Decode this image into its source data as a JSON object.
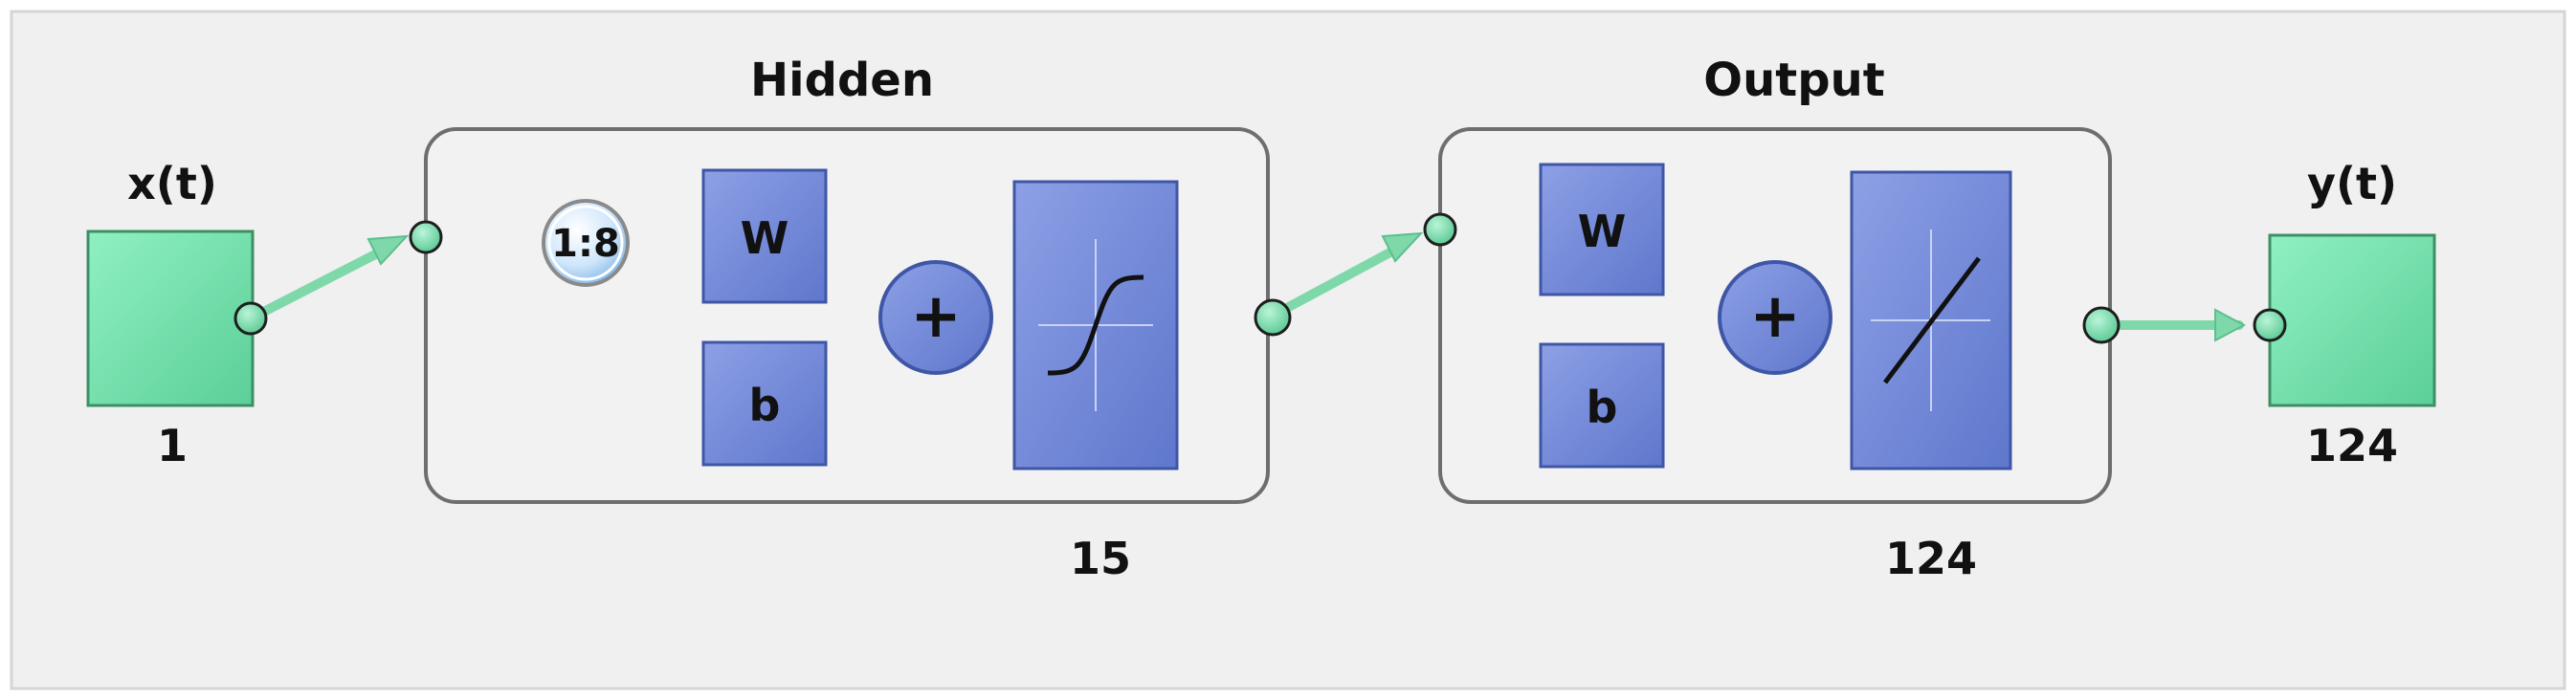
{
  "colors": {
    "panel_bg": "#f0f0f0",
    "panel_border": "#cfcfcf",
    "layer_bg": "#f2f2f2",
    "layer_border": "#6e6e6e",
    "io_green": "#6fdca9",
    "io_green_edge": "#3d8f65",
    "wire_green": "#7fd8aa",
    "block_blue": "#6f86d6",
    "block_blue_edge": "#3f56a6",
    "text": "#111111"
  },
  "input": {
    "label": "x(t)",
    "size": "1"
  },
  "hidden": {
    "title": "Hidden",
    "delay_label": "1:8",
    "weight_label": "W",
    "bias_label": "b",
    "sum_symbol": "+",
    "transfer_icon": "tansig-icon",
    "size": "15"
  },
  "output_layer": {
    "title": "Output",
    "weight_label": "W",
    "bias_label": "b",
    "sum_symbol": "+",
    "transfer_icon": "purelin-icon",
    "size": "124"
  },
  "output": {
    "label": "y(t)",
    "size": "124"
  }
}
